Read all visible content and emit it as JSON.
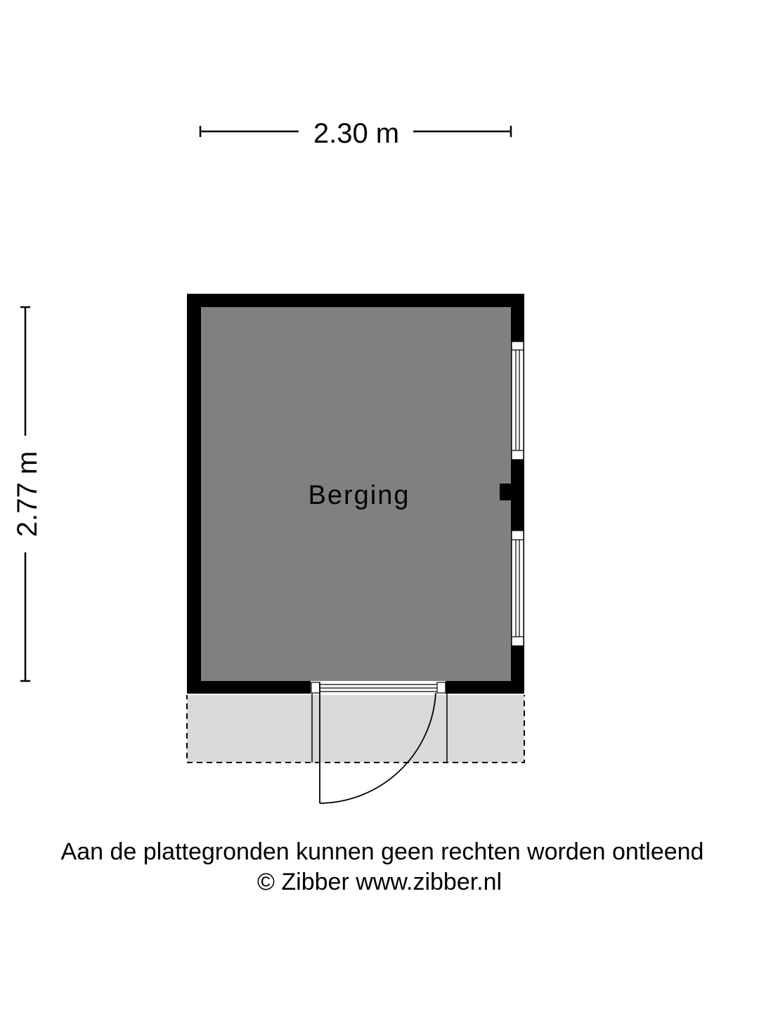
{
  "dimensions": {
    "width_label": "2.30 m",
    "height_label": "2.77 m"
  },
  "rooms": [
    {
      "name": "Berging",
      "fill": "#808080"
    }
  ],
  "colors": {
    "wall": "#000000",
    "room_fill": "#808080",
    "terrace_fill": "#d9d9d9",
    "background": "#ffffff"
  },
  "footer": {
    "disclaimer": "Aan de plattegronden kunnen geen rechten worden ontleend",
    "copyright": "© Zibber www.zibber.nl"
  }
}
